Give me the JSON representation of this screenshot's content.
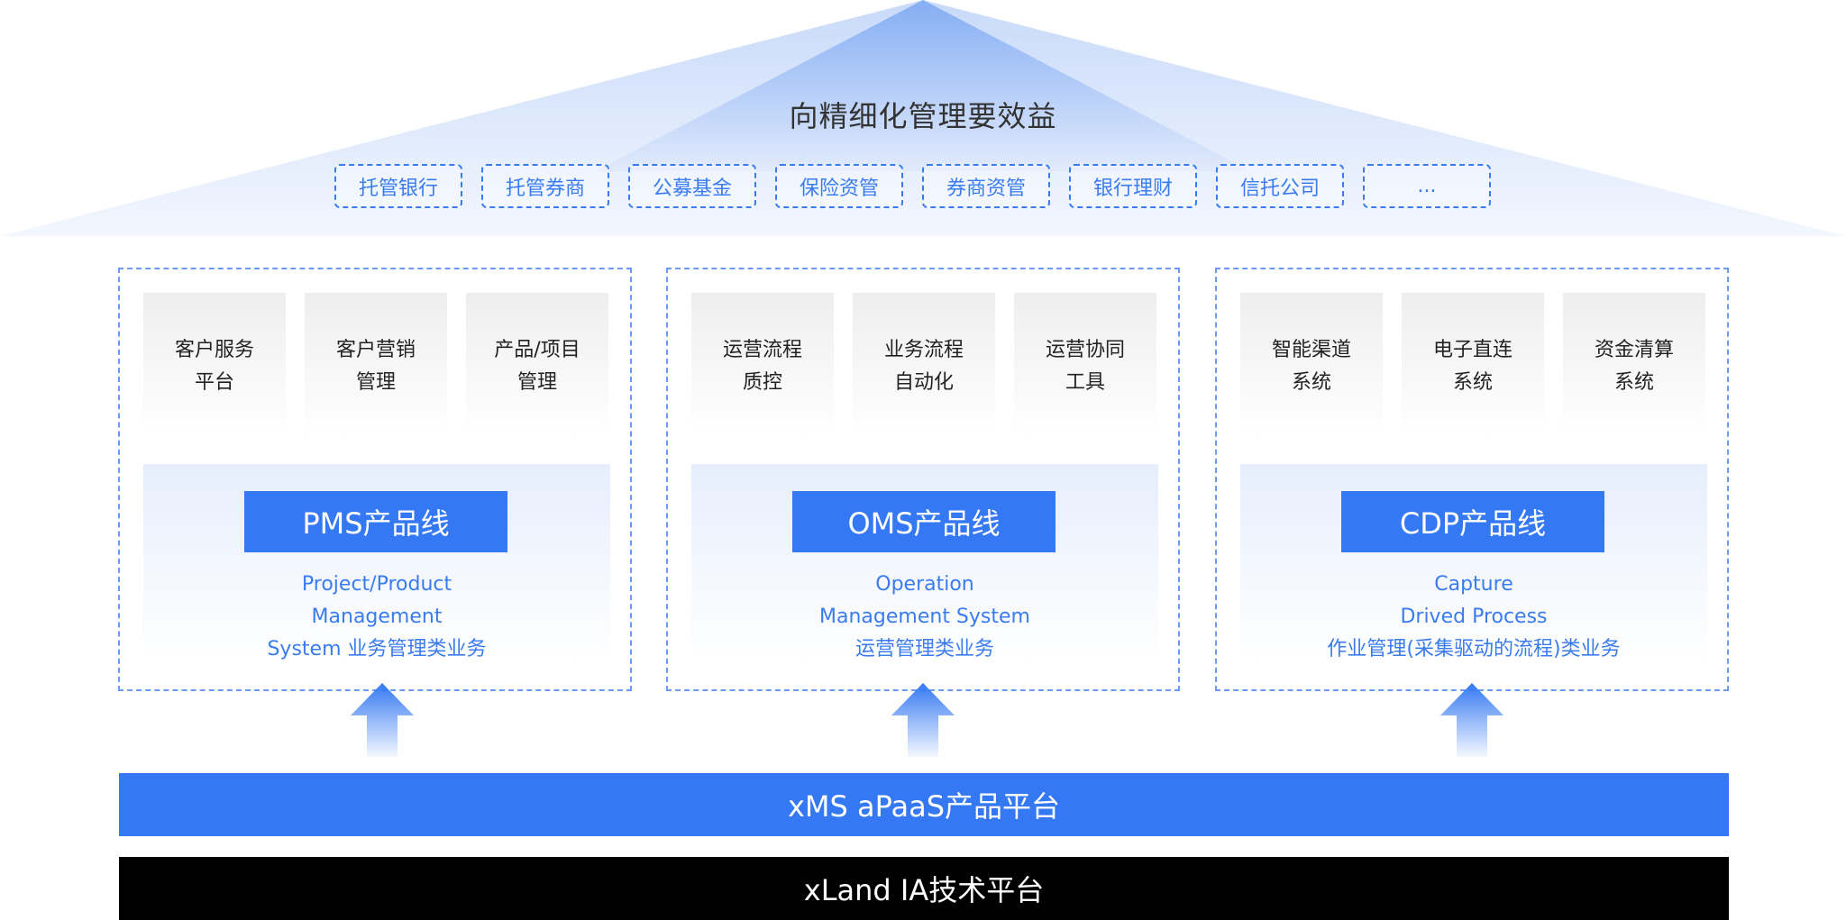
{
  "roof": {
    "title": "向精细化管理要效益",
    "chips": [
      "托管银行",
      "托管券商",
      "公募基金",
      "保险资管",
      "券商资管",
      "银行理财",
      "信托公司",
      "..."
    ]
  },
  "products": [
    {
      "features": [
        "客户服务\n平台",
        "客户营销\n管理",
        "产品/项目\n管理"
      ],
      "line_name": "PMS产品线",
      "description": "Project/Product\nManagement\nSystem 业务管理类业务"
    },
    {
      "features": [
        "运营流程\n质控",
        "业务流程\n自动化",
        "运营协同\n工具"
      ],
      "line_name": "OMS产品线",
      "description": "Operation\nManagement System\n运营管理类业务"
    },
    {
      "features": [
        "智能渠道\n系统",
        "电子直连\n系统",
        "资金清算\n系统"
      ],
      "line_name": "CDP产品线",
      "description": "Capture\nDrived Process\n作业管理(采集驱动的流程)类业务"
    }
  ],
  "platforms": {
    "apaas": "xMS aPaaS产品平台",
    "xland": "xLand IA技术平台"
  },
  "colors": {
    "accent": "#3478f3",
    "chip": "#3a7cf0",
    "base": "#000000"
  }
}
